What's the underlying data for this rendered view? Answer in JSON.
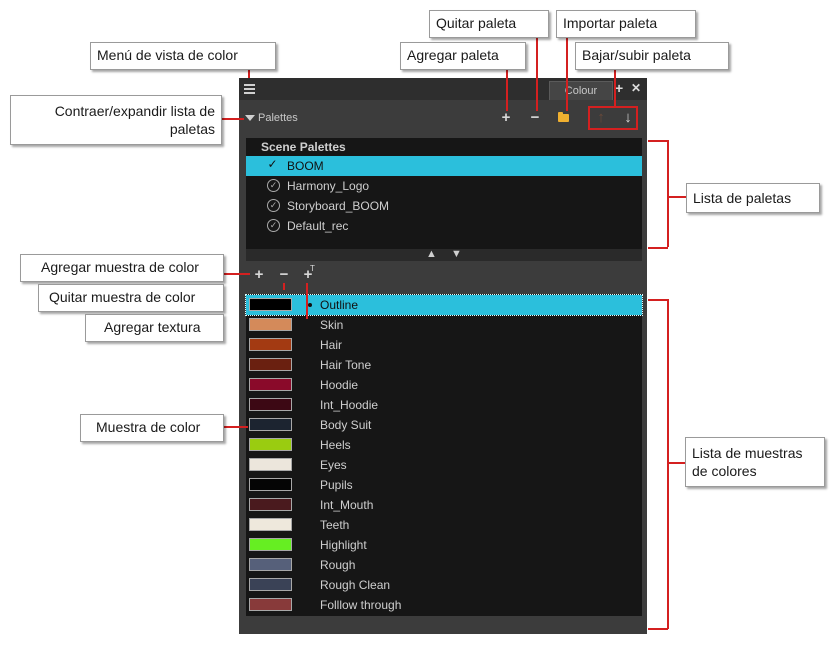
{
  "panel": {
    "tab_label": "Colour",
    "tab_add": "+",
    "tab_close": "✕",
    "menu_icon": "hamburger-menu-icon",
    "section_label": "Palettes",
    "toolbar": {
      "add_palette": "+",
      "remove_palette": "−",
      "import_palette": "folder-icon",
      "move_up": "↑",
      "move_down": "↓"
    },
    "palette_list": {
      "header": "Scene Palettes",
      "items": [
        {
          "label": "BOOM",
          "selected": true
        },
        {
          "label": "Harmony_Logo",
          "selected": false
        },
        {
          "label": "Storyboard_BOOM",
          "selected": false
        },
        {
          "label": "Default_rec",
          "selected": false
        }
      ]
    },
    "splitter": {
      "up": "▲",
      "down": "▼"
    },
    "swatch_toolbar": {
      "add_swatch": "+",
      "remove_swatch": "−",
      "add_texture": "+"
    },
    "swatches": [
      {
        "label": "Outline",
        "color": "#000000",
        "selected": true
      },
      {
        "label": "Skin",
        "color": "#d48a5a"
      },
      {
        "label": "Hair",
        "color": "#a33a12"
      },
      {
        "label": "Hair Tone",
        "color": "#6a2010"
      },
      {
        "label": "Hoodie",
        "color": "#8a0a2a"
      },
      {
        "label": "Int_Hoodie",
        "color": "#3c0814"
      },
      {
        "label": "Body Suit",
        "color": "#1c2430"
      },
      {
        "label": "Heels",
        "color": "#9acc10"
      },
      {
        "label": "Eyes",
        "color": "#ece6dc"
      },
      {
        "label": "Pupils",
        "color": "#050505"
      },
      {
        "label": "Int_Mouth",
        "color": "#4a1a1e"
      },
      {
        "label": "Teeth",
        "color": "#eee8dc"
      },
      {
        "label": "Highlight",
        "color": "#66ee22"
      },
      {
        "label": "Rough",
        "color": "#56607a"
      },
      {
        "label": "Rough Clean",
        "color": "#3a4256"
      },
      {
        "label": "Folllow through",
        "color": "#883a3a"
      }
    ]
  },
  "callouts": {
    "menu_view": "Menú de vista de color",
    "collapse": "Contraer/expandir lista de paletas",
    "add_palette": "Agregar paleta",
    "remove_palette": "Quitar paleta",
    "import_palette": "Importar paleta",
    "move_palette": "Bajar/subir paleta",
    "palette_list": "Lista de paletas",
    "add_swatch": "Agregar muestra de color",
    "remove_swatch": "Quitar muestra de color",
    "add_texture": "Agregar textura",
    "swatch": "Muestra de color",
    "swatch_list": "Lista de muestras de colores"
  },
  "colors": {
    "accent_selected": "#2bbfdc",
    "callout_line": "#d42020",
    "panel_bg": "#3c3c3c",
    "list_bg": "#161616"
  }
}
